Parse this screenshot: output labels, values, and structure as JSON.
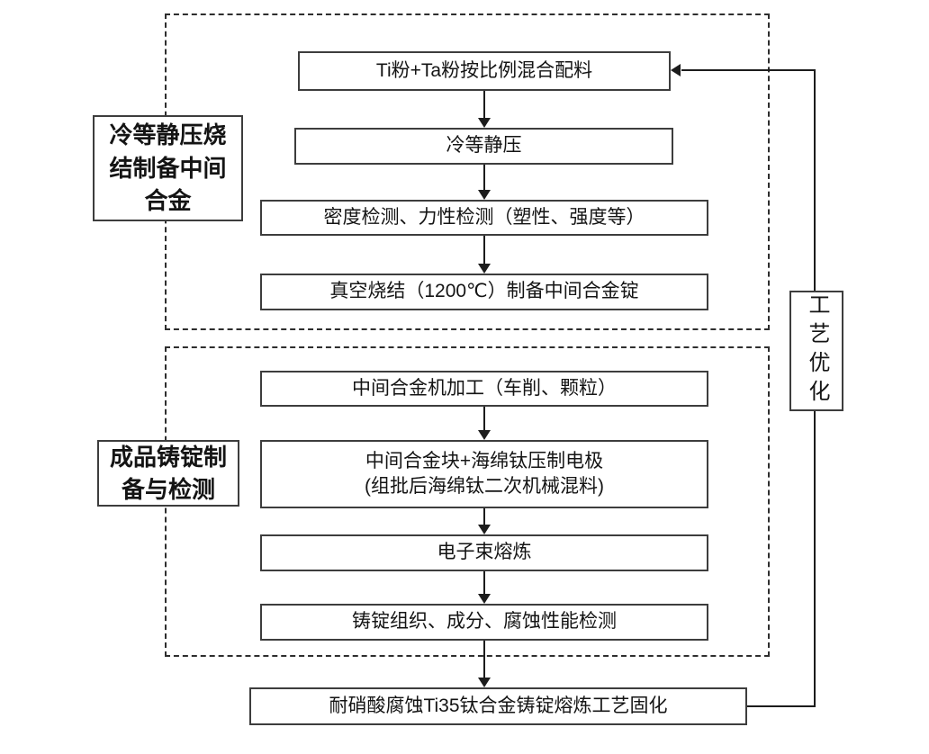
{
  "flowchart": {
    "background": "#ffffff",
    "line_color": "#1c1c1c",
    "box_border_color": "#3d3d3d",
    "groups": [
      {
        "label": "冷等静压烧结制备中间合金",
        "label_lines": [
          "冷等静压烧",
          "结制备中间",
          "合金"
        ],
        "steps": [
          {
            "lines": [
              "Ti粉+Ta粉按比例混合配料"
            ]
          },
          {
            "lines": [
              "冷等静压"
            ]
          },
          {
            "lines": [
              "密度检测、力性检测（塑性、强度等）"
            ]
          },
          {
            "lines": [
              "真空烧结（1200℃）制备中间合金锭"
            ]
          }
        ]
      },
      {
        "label": "成品铸锭制备与检测",
        "label_lines": [
          "成品铸锭制",
          "备与检测"
        ],
        "steps": [
          {
            "lines": [
              "中间合金机加工（车削、颗粒）"
            ]
          },
          {
            "lines": [
              "中间合金块+海绵钛压制电极",
              "(组批后海绵钛二次机械混料)"
            ]
          },
          {
            "lines": [
              "电子束熔炼"
            ]
          },
          {
            "lines": [
              "铸锭组织、成分、腐蚀性能检测"
            ]
          }
        ]
      }
    ],
    "final_step": "耐硝酸腐蚀Ti35钛合金铸锭熔炼工艺固化",
    "feedback_label": "工艺优化"
  }
}
